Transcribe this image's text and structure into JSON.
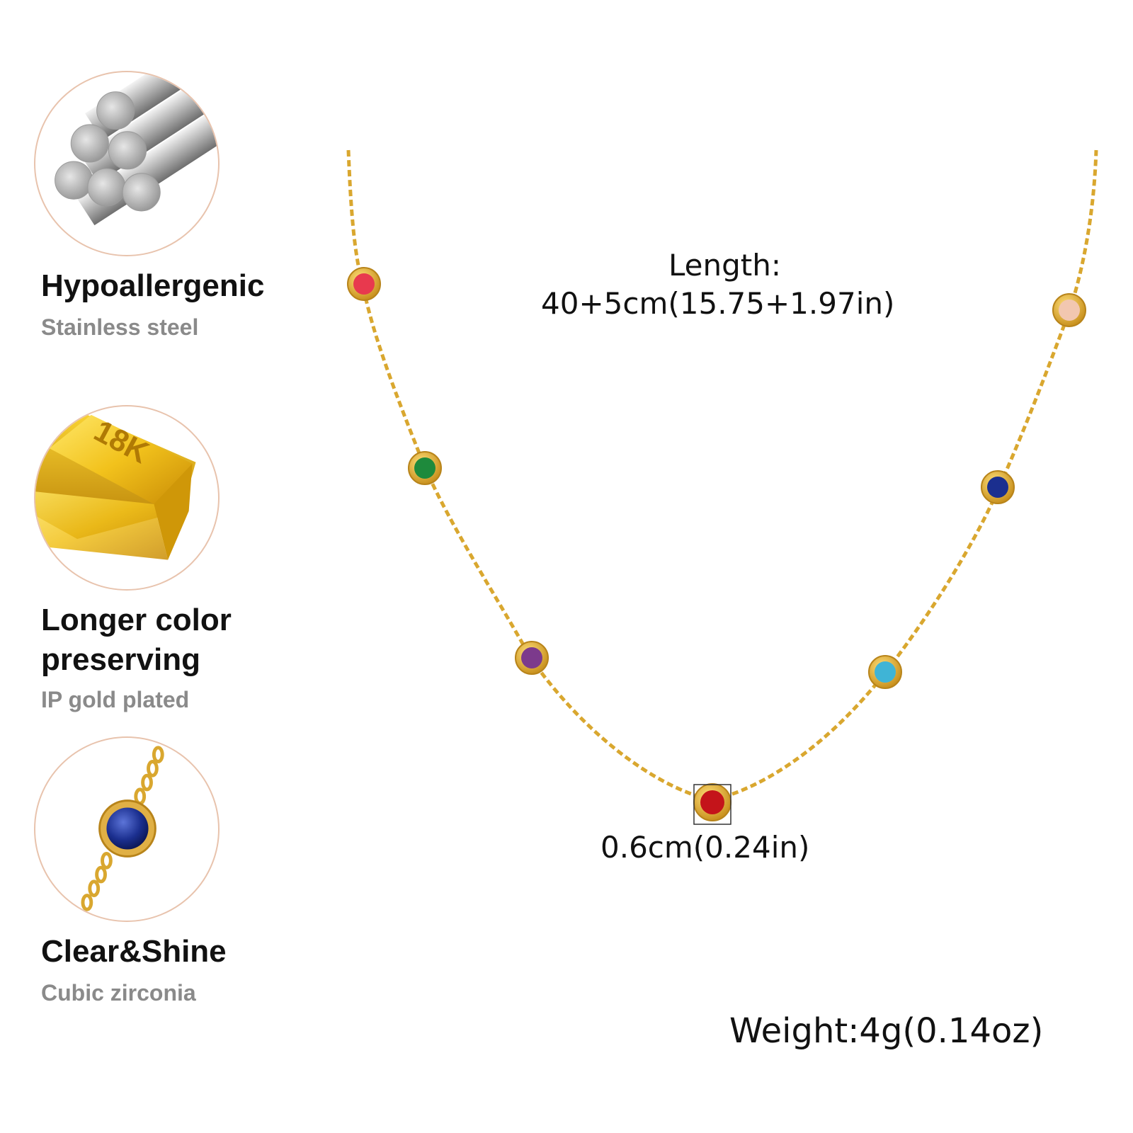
{
  "features": [
    {
      "title": "Hypoallergenic",
      "subtitle": "Stainless steel",
      "icon": "steel-rods-icon"
    },
    {
      "title": "Longer color\npreserving",
      "subtitle": "IP gold plated",
      "icon": "gold-bar-icon",
      "icon_text": "18K"
    },
    {
      "title": "Clear&Shine",
      "subtitle": "Cubic zirconia",
      "icon": "blue-zirconia-icon"
    }
  ],
  "specs": {
    "length_label": "Length:",
    "length_value": "40+5cm(15.75+1.97in)",
    "stone_size": "0.6cm(0.24in)",
    "weight": "Weight:4g(0.14oz)"
  },
  "colors": {
    "gold": "#d9a72f",
    "circle_border": "#e8c3ad",
    "gem_pink": "#e8394e",
    "gem_green": "#1e8a3c",
    "gem_purple": "#7c3a8c",
    "gem_red": "#c4141a",
    "gem_aqua": "#3fb4d6",
    "gem_blue": "#1b2f8f",
    "gem_champagne": "#f2c7b0"
  }
}
